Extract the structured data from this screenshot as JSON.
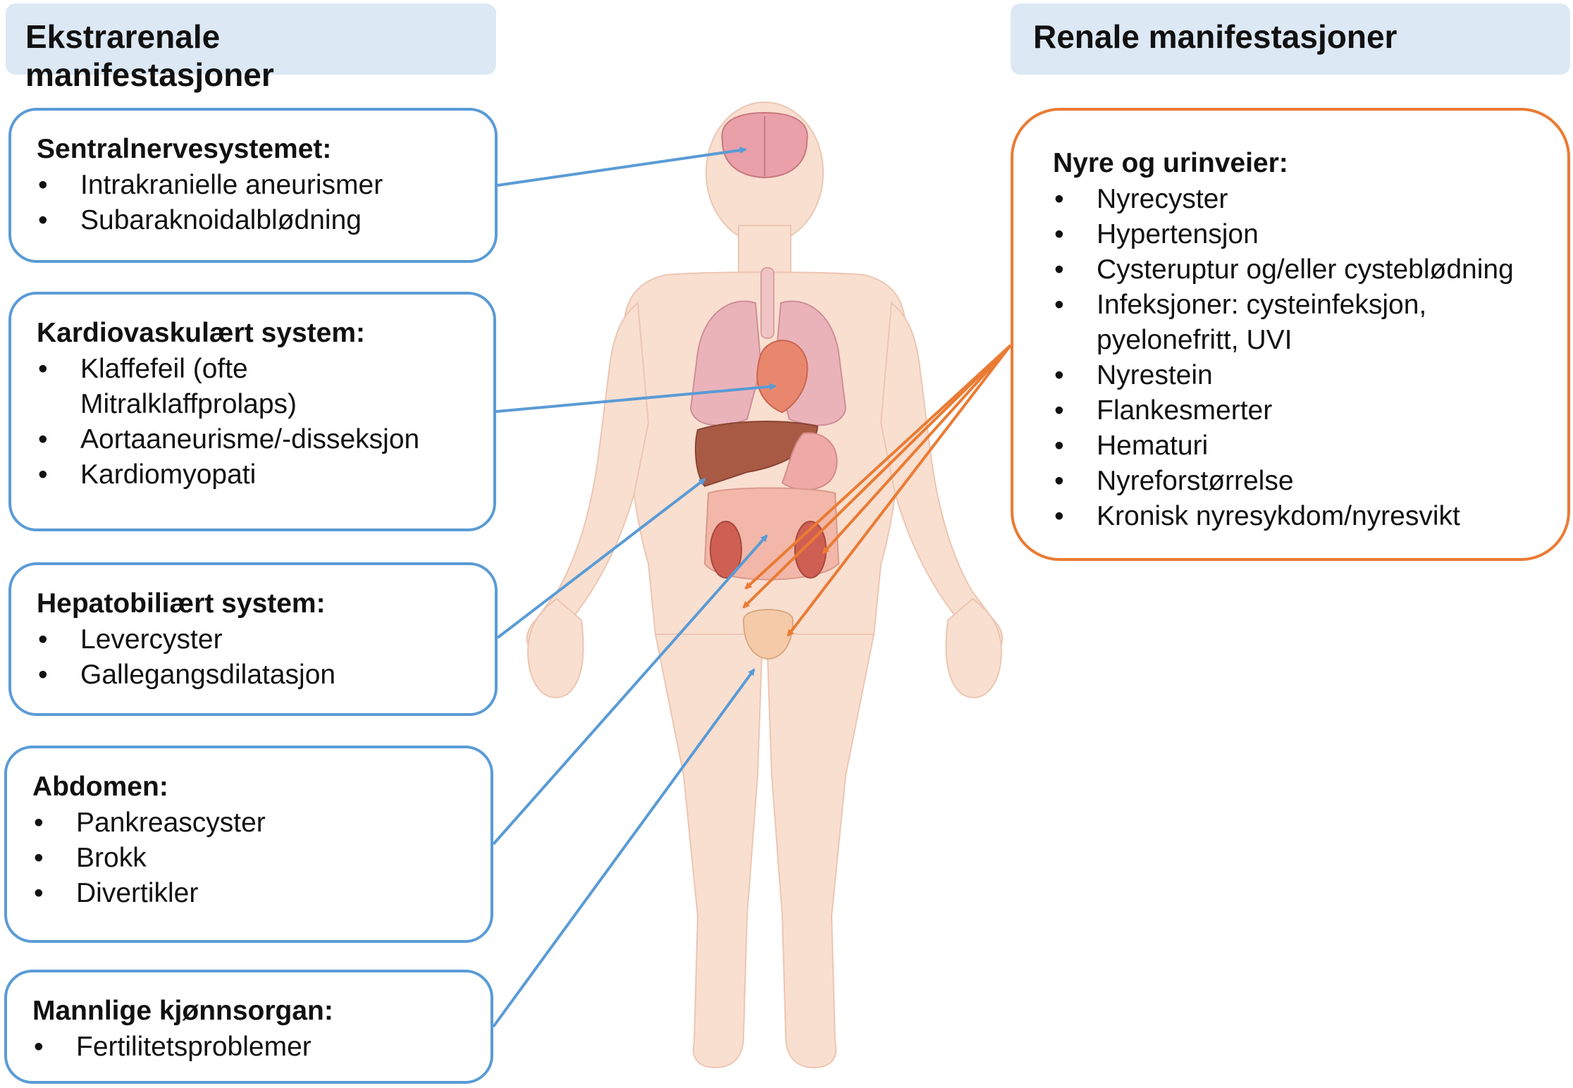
{
  "headers": {
    "left": "Ekstrarenale manifestasjoner",
    "right": "Renale manifestasjoner"
  },
  "boxes": {
    "cns": {
      "title": "Sentralnervesystemet:",
      "items": [
        "Intrakranielle aneurismer",
        "Subaraknoidalblødning"
      ]
    },
    "cardio": {
      "title": "Kardiovaskulært system:",
      "items": [
        "Klaffefeil (ofte Mitralklaffprolaps)",
        "Aortaaneurisme/-disseksjon",
        "Kardiomyopati"
      ]
    },
    "hepato": {
      "title": "Hepatobiliært system:",
      "items": [
        "Levercyster",
        "Gallegangsdilatasjon"
      ]
    },
    "abdomen": {
      "title": "Abdomen:",
      "items": [
        "Pankreascyster",
        "Brokk",
        "Divertikler"
      ]
    },
    "male": {
      "title": "Mannlige kjønnsorgan:",
      "items": [
        "Fertilitetsproblemer"
      ]
    },
    "renal": {
      "title": "Nyre og urinveier:",
      "items": [
        "Nyrecyster",
        "Hypertensjon",
        "Cysteruptur og/eller cysteblødning",
        "Infeksjoner: cysteinfeksjon, pyelonefritt, UVI",
        "Nyrestein",
        "Flankesmerter",
        "Hematuri",
        "Nyreforstørrelse",
        "Kronisk nyresykdom/nyresvikt"
      ]
    }
  },
  "colors": {
    "header_bg": "#dde8f5",
    "extrarenal_accent": "#5b9bd5",
    "renal_accent": "#e97b34",
    "skin": "#f8dccb"
  }
}
